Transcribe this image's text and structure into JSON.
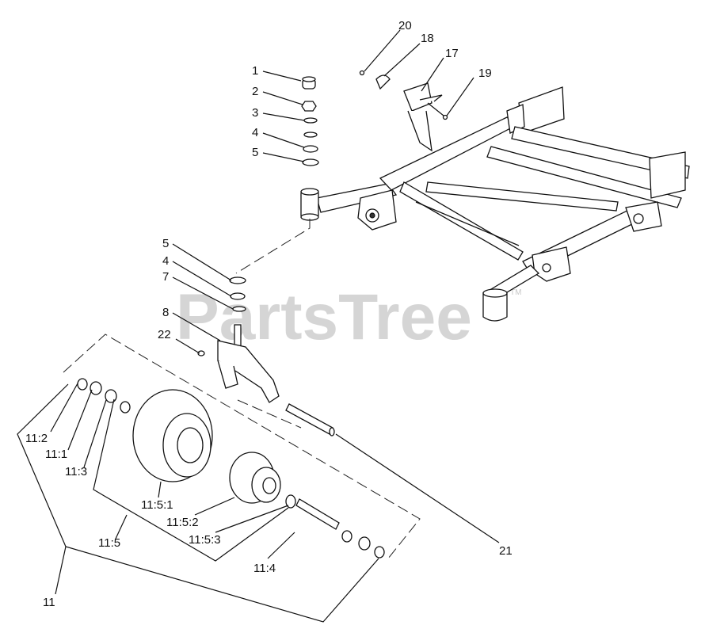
{
  "watermark": {
    "text": "PartsTree",
    "tm": "TM"
  },
  "callouts": [
    {
      "id": "c1",
      "label": "1"
    },
    {
      "id": "c2",
      "label": "2"
    },
    {
      "id": "c3",
      "label": "3"
    },
    {
      "id": "c4a",
      "label": "4"
    },
    {
      "id": "c5a",
      "label": "5"
    },
    {
      "id": "c5b",
      "label": "5"
    },
    {
      "id": "c4b",
      "label": "4"
    },
    {
      "id": "c7",
      "label": "7"
    },
    {
      "id": "c8",
      "label": "8"
    },
    {
      "id": "c22",
      "label": "22"
    },
    {
      "id": "c20",
      "label": "20"
    },
    {
      "id": "c18",
      "label": "18"
    },
    {
      "id": "c17",
      "label": "17"
    },
    {
      "id": "c19",
      "label": "19"
    },
    {
      "id": "c11_2",
      "label": "11:2"
    },
    {
      "id": "c11_1",
      "label": "11:1"
    },
    {
      "id": "c11_3",
      "label": "11:3"
    },
    {
      "id": "c11_5_1",
      "label": "11:5:1"
    },
    {
      "id": "c11_5_2",
      "label": "11:5:2"
    },
    {
      "id": "c11_5_3",
      "label": "11:5:3"
    },
    {
      "id": "c11_5",
      "label": "11:5"
    },
    {
      "id": "c11_4",
      "label": "11:4"
    },
    {
      "id": "c11",
      "label": "11"
    },
    {
      "id": "c21",
      "label": "21"
    }
  ]
}
